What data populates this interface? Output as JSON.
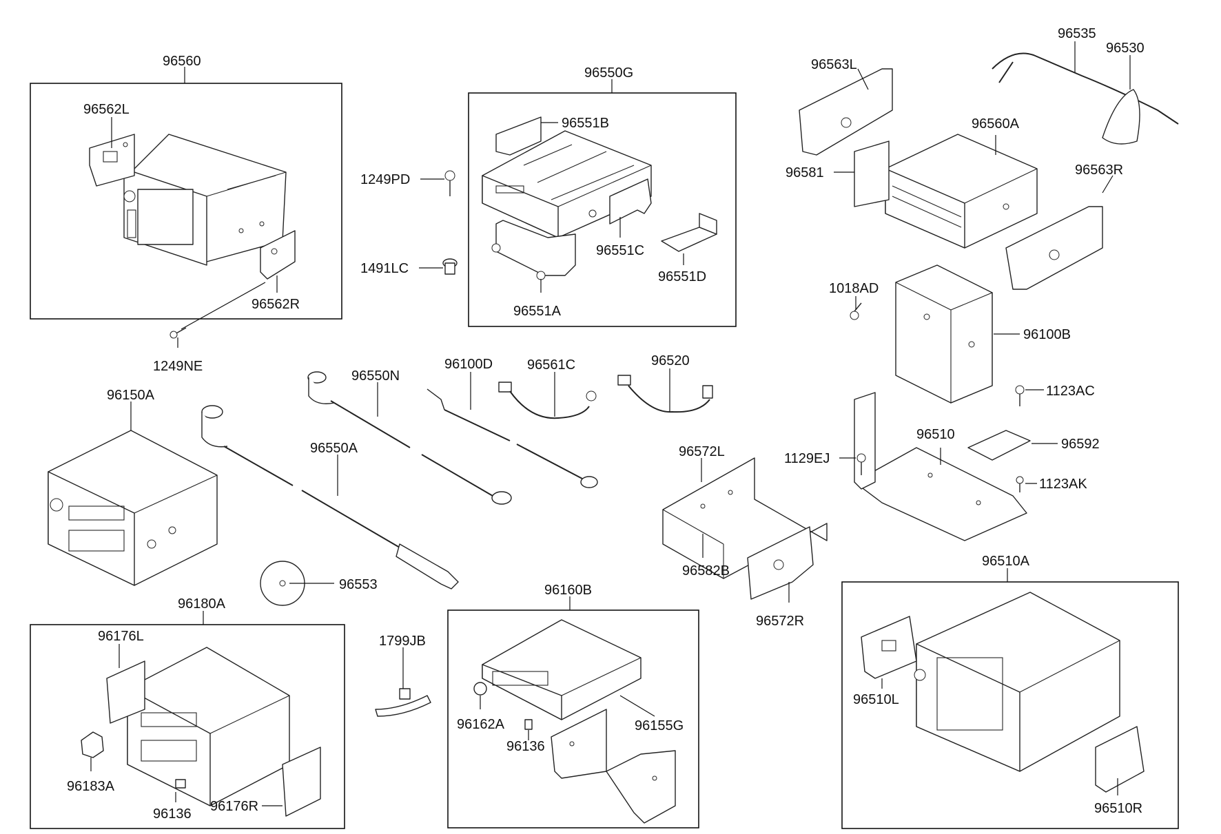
{
  "diagram": {
    "groups": {
      "g96560": "96560",
      "g96550G": "96550G",
      "g96180A": "96180A",
      "g96160B": "96160B",
      "g96510A": "96510A"
    },
    "parts": {
      "p96562L": "96562L",
      "p96562R": "96562R",
      "p1249NE": "1249NE",
      "p1249PD": "1249PD",
      "p1491LC": "1491LC",
      "p96551A": "96551A",
      "p96551B": "96551B",
      "p96551C": "96551C",
      "p96551D": "96551D",
      "p96563L": "96563L",
      "p96563R": "96563R",
      "p96535": "96535",
      "p96530": "96530",
      "p96560A": "96560A",
      "p96581": "96581",
      "p1018AD": "1018AD",
      "p96100B": "96100B",
      "p1123AC": "1123AC",
      "p96150A": "96150A",
      "p96550N": "96550N",
      "p96550A": "96550A",
      "p96100D": "96100D",
      "p96561C": "96561C",
      "p96520": "96520",
      "p96510": "96510",
      "p96592": "96592",
      "p1129EJ": "1129EJ",
      "p1123AK": "1123AK",
      "p96572L": "96572L",
      "p96582B": "96582B",
      "p96572R": "96572R",
      "p96553": "96553",
      "p96176L": "96176L",
      "p96183A": "96183A",
      "p96136a": "96136",
      "p96176R": "96176R",
      "p1799JB": "1799JB",
      "p96162A": "96162A",
      "p96136b": "96136",
      "p96155G": "96155G",
      "p96510L": "96510L",
      "p96510R": "96510R"
    }
  }
}
